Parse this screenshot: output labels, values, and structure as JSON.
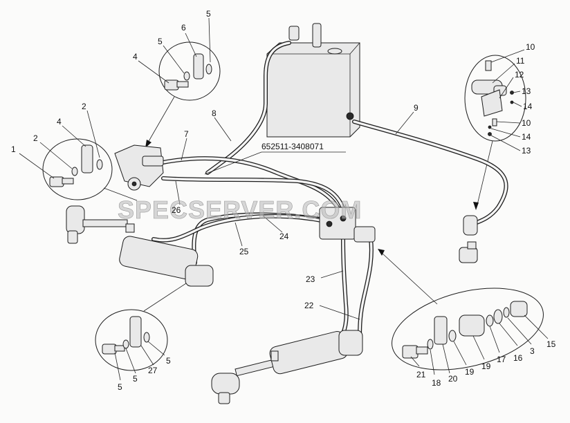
{
  "drawing": {
    "part_code": "652511-3408071",
    "watermark": "SPECSERVER.COM",
    "callouts": [
      {
        "id": "c1",
        "text": "1"
      },
      {
        "id": "c2a",
        "text": "2"
      },
      {
        "id": "c2b",
        "text": "2"
      },
      {
        "id": "c3",
        "text": "3"
      },
      {
        "id": "c4a",
        "text": "4"
      },
      {
        "id": "c4b",
        "text": "4"
      },
      {
        "id": "c5a",
        "text": "5"
      },
      {
        "id": "c5b",
        "text": "5"
      },
      {
        "id": "c5c",
        "text": "5"
      },
      {
        "id": "c5d",
        "text": "5"
      },
      {
        "id": "c5e",
        "text": "5"
      },
      {
        "id": "c6",
        "text": "6"
      },
      {
        "id": "c7",
        "text": "7"
      },
      {
        "id": "c8",
        "text": "8"
      },
      {
        "id": "c9",
        "text": "9"
      },
      {
        "id": "c10a",
        "text": "10"
      },
      {
        "id": "c10b",
        "text": "10"
      },
      {
        "id": "c11",
        "text": "11"
      },
      {
        "id": "c12",
        "text": "12"
      },
      {
        "id": "c13a",
        "text": "13"
      },
      {
        "id": "c13b",
        "text": "13"
      },
      {
        "id": "c14a",
        "text": "14"
      },
      {
        "id": "c14b",
        "text": "14"
      },
      {
        "id": "c15",
        "text": "15"
      },
      {
        "id": "c16",
        "text": "16"
      },
      {
        "id": "c17",
        "text": "17"
      },
      {
        "id": "c18",
        "text": "18"
      },
      {
        "id": "c19a",
        "text": "19"
      },
      {
        "id": "c19b",
        "text": "19"
      },
      {
        "id": "c20",
        "text": "20"
      },
      {
        "id": "c21",
        "text": "21"
      },
      {
        "id": "c22",
        "text": "22"
      },
      {
        "id": "c23",
        "text": "23"
      },
      {
        "id": "c24",
        "text": "24"
      },
      {
        "id": "c25",
        "text": "25"
      },
      {
        "id": "c26",
        "text": "26"
      },
      {
        "id": "c27",
        "text": "27"
      }
    ]
  }
}
